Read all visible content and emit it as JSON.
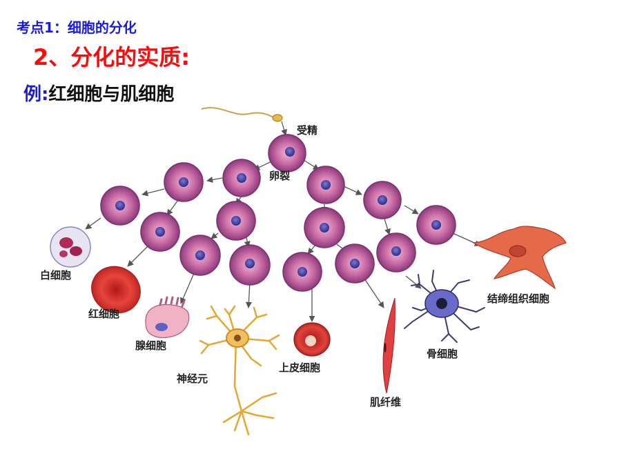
{
  "header": {
    "topic": "考点1：细胞的分化",
    "title": "2、分化的实质:",
    "example_prefix": "例:",
    "example_text": "红细胞与肌细胞"
  },
  "diagram": {
    "labels": {
      "fertilization": "受精",
      "cleavage": "卵裂",
      "white_blood_cell": "白细胞",
      "red_blood_cell": "红细胞",
      "gland_cell": "腺细胞",
      "neuron": "神经元",
      "epithelial_cell": "上皮细胞",
      "muscle_fiber": "肌纤维",
      "bone_cell": "骨细胞",
      "connective_tissue_cell": "结缔组织细胞"
    },
    "colors": {
      "cell_fill": "#cc6fa8",
      "cell_edge": "#7b2f6e",
      "nucleus": "#3c3a9a",
      "arrow": "#555555",
      "red_cell": "#d9302c"
    }
  }
}
